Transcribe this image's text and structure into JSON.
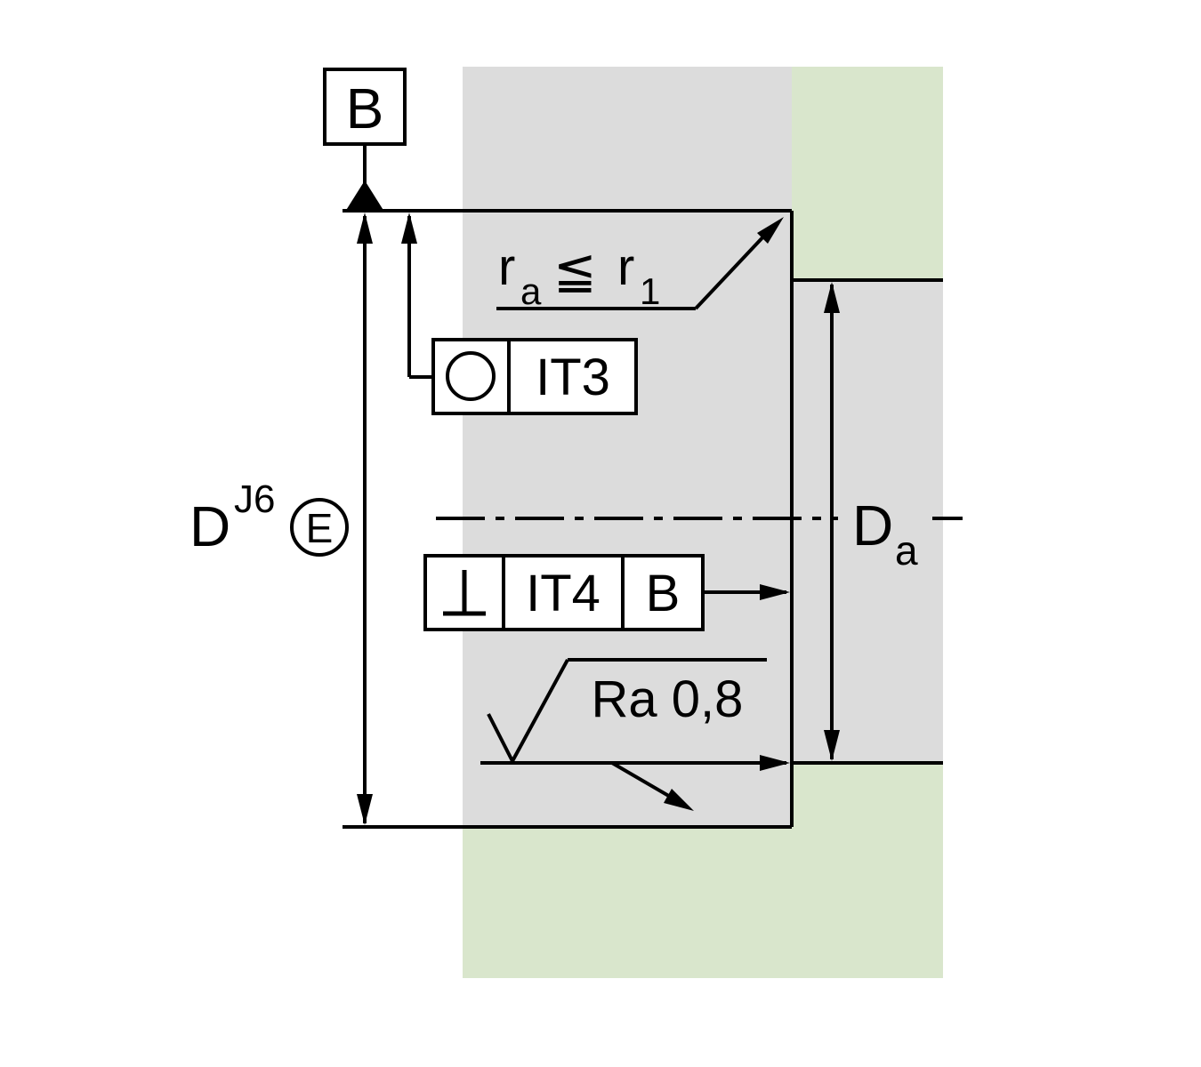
{
  "colors": {
    "housing_green": "#d9e6cc",
    "section_gray": "#dcdcdc",
    "line_black": "#000000"
  },
  "datum_label": "B",
  "bore_diameter": {
    "letter": "D",
    "tolerance_sup": "J6",
    "envelope": "E"
  },
  "radius_note": {
    "r_left": "r",
    "sub_left": "a",
    "relation": "≦",
    "r_right": "r",
    "sub_right": "1"
  },
  "roundness_frame": {
    "symbol_icon": "roundness-circle",
    "tolerance": "IT3"
  },
  "perpendicularity_frame": {
    "symbol_icon": "perpendicularity",
    "tolerance": "IT4",
    "datum": "B"
  },
  "surface_finish": {
    "value": "Ra 0,8"
  },
  "abutment_diameter": {
    "letter": "D",
    "sub": "a"
  }
}
